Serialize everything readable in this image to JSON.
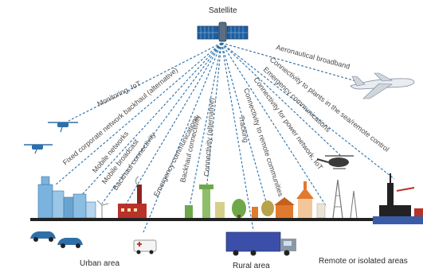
{
  "satellite": {
    "label": "Satellite"
  },
  "links": {
    "aeronautical": "Aeronautical broadband",
    "monitoring": "Monitoring, IoT",
    "fixed_corporate": "Fixed corporate network backhaul (alternative)",
    "mobile_networks": "Mobile networks",
    "mobile_broadcast": "Mobile broadcast",
    "backhaul_connectivity_urban": "Backhaul connectivity",
    "emergency_communications_1": "Emergency communications",
    "backhaul_connectivity": "Backhaul connectivity",
    "connectivity_alternative": "Connectivity (alternative)",
    "tracking": "Tracking",
    "remote_communities": "Connectivity to remote communities",
    "power_network": "Connectivity for power network, IoT",
    "emergency_communications_2": "Emergency communications",
    "plants_sea": "Connectivity to plants in the sea/remote control"
  },
  "areas": {
    "urban": "Urban area",
    "rural": "Rural area",
    "remote": "Remote or isolated areas"
  },
  "colors": {
    "ray": "#2a6fa8",
    "satellite_panel": "#1f5fa0",
    "ground": "#222222",
    "truck_container": "#3b4fa8",
    "factory": "#b8322a",
    "building_blue": "#7ab3de",
    "rural_green": "#6fa84a",
    "rural_orange": "#e07a2e"
  },
  "icons": [
    "satellite-icon",
    "airplane-icon",
    "drone-icon",
    "helicopter-icon",
    "car-icon",
    "ambulance-icon",
    "truck-icon",
    "factory-icon",
    "wind-turbine-icon",
    "oil-platform-icon",
    "church-icon",
    "tower-icon"
  ]
}
